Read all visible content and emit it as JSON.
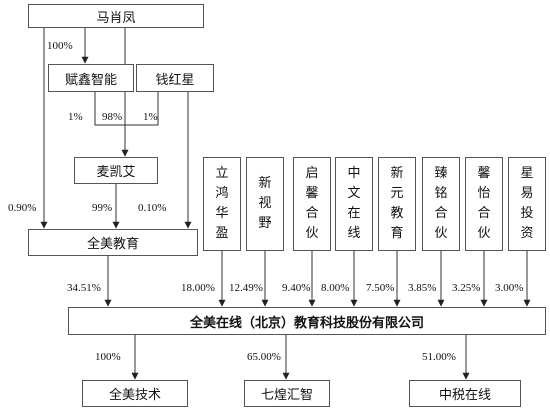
{
  "entities": {
    "ma_xiaofeng": "马肖凤",
    "fuxin_zhineng": "赋鑫智能",
    "qian_hongxing": "钱红星",
    "mai_kaiyi": "麦凯艾",
    "quanmei_jiaoyu": "全美教育",
    "company": "全美在线（北京）教育科技股份有限公司",
    "quanmei_jishu": "全美技术",
    "qihuang_huizhi": "七煌汇智",
    "zhongshui_zaixian": "中税在线"
  },
  "vertical_entities": [
    {
      "id": "lihong",
      "chars": [
        "立",
        "鸿",
        "华",
        "盈"
      ]
    },
    {
      "id": "xinshiye",
      "chars": [
        "新",
        "视",
        "野"
      ]
    },
    {
      "id": "qixin",
      "chars": [
        "启",
        "馨",
        "合",
        "伙"
      ]
    },
    {
      "id": "zhongwen",
      "chars": [
        "中",
        "文",
        "在",
        "线"
      ]
    },
    {
      "id": "xinyuan",
      "chars": [
        "新",
        "元",
        "教",
        "育"
      ]
    },
    {
      "id": "zhenming",
      "chars": [
        "臻",
        "铭",
        "合",
        "伙"
      ]
    },
    {
      "id": "xinyi",
      "chars": [
        "馨",
        "怡",
        "合",
        "伙"
      ]
    },
    {
      "id": "xingyi",
      "chars": [
        "星",
        "易",
        "投",
        "资"
      ]
    }
  ],
  "percents": {
    "ma_to_fuxin": "100%",
    "fuxin_to_mai": "1%",
    "ma_to_mai": "98%",
    "qian_to_mai": "1%",
    "ma_to_quanmei": "0.90%",
    "mai_to_quanmei": "99%",
    "qian_to_quanmei": "0.10%",
    "quanmei_to_company": "34.51%",
    "lihong": "18.00%",
    "xinshiye": "12.49%",
    "qixin": "9.40%",
    "zhongwen": "8.00%",
    "xinyuan": "7.50%",
    "zhenming": "3.85%",
    "xinyi": "3.25%",
    "xingyi": "3.00%",
    "company_to_jishu": "100%",
    "company_to_qihuang": "65.00%",
    "company_to_zhongshui": "51.00%"
  }
}
